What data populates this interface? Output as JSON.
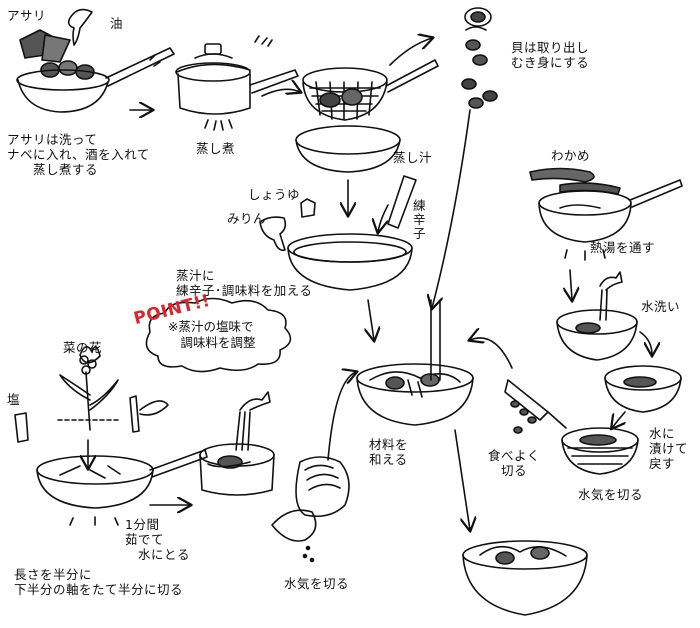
{
  "labels": {
    "asari": "アサリ",
    "oil": "油",
    "step_asari": "アサリは洗って\nナベに入れ、酒を入れて\n　　蒸し煮する",
    "steam_cook": "蒸し煮",
    "broth": "蒸し汁",
    "shell_remove": "貝は取り出し\nむき身にする",
    "soy_sauce": "しょうゆ",
    "mirin": "みりん",
    "mustard": "練\n辛\n子",
    "add_seasoning": "蒸汁に\n練辛子･調味料を加える",
    "point": "POINT!!",
    "point_note": "※蒸汁の塩味で\n　調味料を調整",
    "nanohana": "菜の花",
    "salt": "塩",
    "boil_1min": "1分間\n茹でて\n　水にとる",
    "cut_instruction": "長さを半分に\n下半分の軸をたて半分に切る",
    "drain_left": "水気を切る",
    "mix": "材料を\n和える",
    "cut_bite": "食べよく\n　切る",
    "wakame": "わかめ",
    "blanch": "熱湯を通す",
    "rinse": "水洗い",
    "soak": "水に\n漬けて\n戻す",
    "drain_right": "水気を切る"
  },
  "colors": {
    "ink": "#111111",
    "point_red": "#d8262c"
  }
}
